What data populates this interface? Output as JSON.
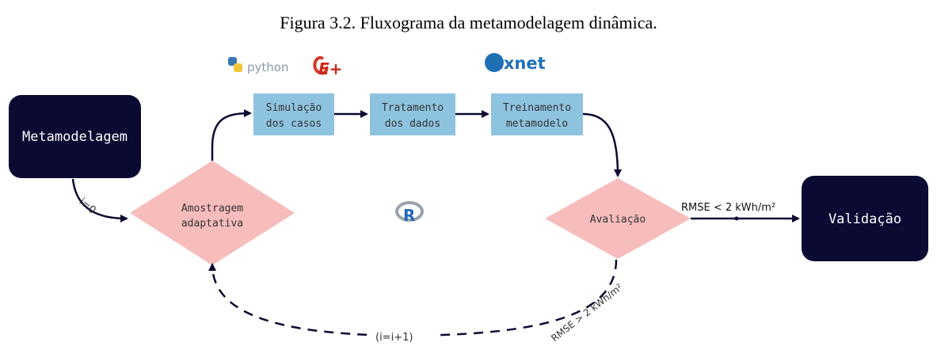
{
  "caption": "Figura 3.2. Fluxograma da metamodelagem dinâmica.",
  "logos": {
    "python": "python",
    "energyplus": "E+",
    "mxnet": "mxnet",
    "r": "R"
  },
  "nodes": {
    "metamodelagem": "Metamodelagem",
    "amostragem_line1": "Amostragem",
    "amostragem_line2": "adaptativa",
    "simulacao_line1": "Simulação",
    "simulacao_line2": "dos casos",
    "tratamento_line1": "Tratamento",
    "tratamento_line2": "dos dados",
    "treinamento_line1": "Treinamento",
    "treinamento_line2": "metamodelo",
    "avaliacao": "Avaliação",
    "validacao": "Validação"
  },
  "edge_labels": {
    "init": "i=0",
    "pass": "RMSE < 2 kWh/m²",
    "fail": "RMSE > 2 kWh/m²",
    "loop": "(i=i+1)"
  },
  "colors": {
    "dark_box": "#0b0a33",
    "blue_box": "#8ec3e0",
    "diamond": "#f7bcbc",
    "arrow": "#0b0a33"
  }
}
